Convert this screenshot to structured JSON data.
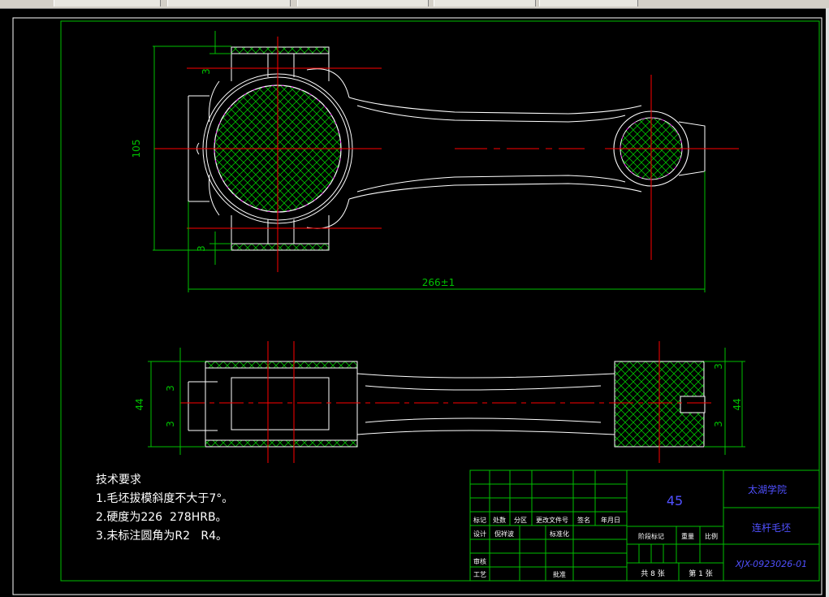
{
  "drawing": {
    "dimensions": {
      "height_top": "105",
      "length_top": "266±1",
      "rib_top_upper": "3",
      "rib_top_lower": "3",
      "width_left": "44",
      "width_right": "44",
      "side_left_upper": "3",
      "side_left_lower": "3",
      "side_right_upper": "3",
      "side_right_lower": "3"
    },
    "tech_requirements": {
      "title": "技术要求",
      "items": [
        "1.毛坯拔模斜度不大于7°。",
        "2.硬度为226  278HRB。",
        "3.未标注圆角为R2   R4。"
      ]
    },
    "title_block": {
      "material": "45",
      "school": "太湖学院",
      "part_name": "连杆毛坯",
      "drawing_number": "XJX-0923026-01",
      "header_cells": [
        "标记",
        "处数",
        "分区",
        "更改文件号",
        "签名",
        "年月日"
      ],
      "designer_label": "设计",
      "designer_name": "倪祥波",
      "standardization_label": "标准化",
      "stage_label": "阶段标记",
      "weight_label": "重量",
      "scale_label": "比例",
      "review_label": "审核",
      "process_label": "工艺",
      "approve_label": "批准",
      "sheets_label": "共 8 张",
      "sheet_label": "第 1 张"
    }
  },
  "colors": {
    "frame": "#00c000",
    "outline": "#ffffff",
    "centerline": "#ff0000",
    "hatch": "#00c000",
    "dimension": "#00c000",
    "accent": "#ff00ff",
    "text_blue": "#5050ff",
    "background": "#000000"
  }
}
